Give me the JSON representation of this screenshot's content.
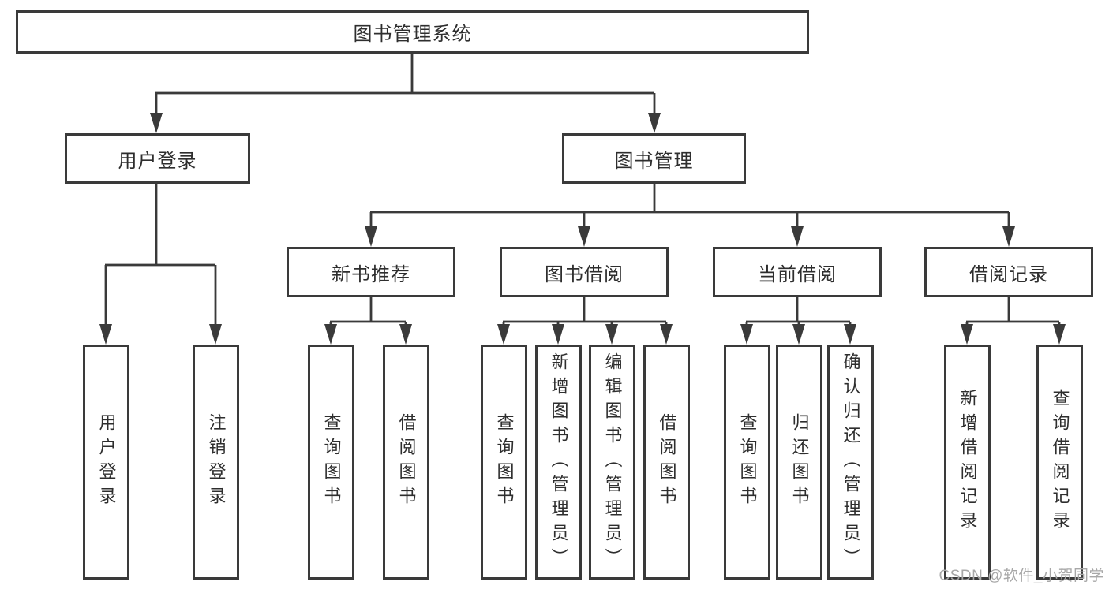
{
  "tree": {
    "label": "图书管理系统",
    "children": [
      {
        "label": "用户登录",
        "children": [
          {
            "label": "用户登录"
          },
          {
            "label": "注销登录"
          }
        ]
      },
      {
        "label": "图书管理",
        "children": [
          {
            "label": "新书推荐",
            "children": [
              {
                "label": "查询图书"
              },
              {
                "label": "借阅图书"
              }
            ]
          },
          {
            "label": "图书借阅",
            "children": [
              {
                "label": "查询图书"
              },
              {
                "label": "新增图书（管理员）"
              },
              {
                "label": "编辑图书（管理员）"
              },
              {
                "label": "借阅图书"
              }
            ]
          },
          {
            "label": "当前借阅",
            "children": [
              {
                "label": "查询图书"
              },
              {
                "label": "归还图书"
              },
              {
                "label": "确认归还（管理员）"
              }
            ]
          },
          {
            "label": "借阅记录",
            "children": [
              {
                "label": "新增借阅记录"
              },
              {
                "label": "查询借阅记录"
              }
            ]
          }
        ]
      }
    ]
  },
  "watermark": "CSDN @软件_小贺同学",
  "colors": {
    "line": "#3a3a3a",
    "text": "#2e2e2e",
    "watermark": "#a8a8a8",
    "background": "#ffffff"
  }
}
